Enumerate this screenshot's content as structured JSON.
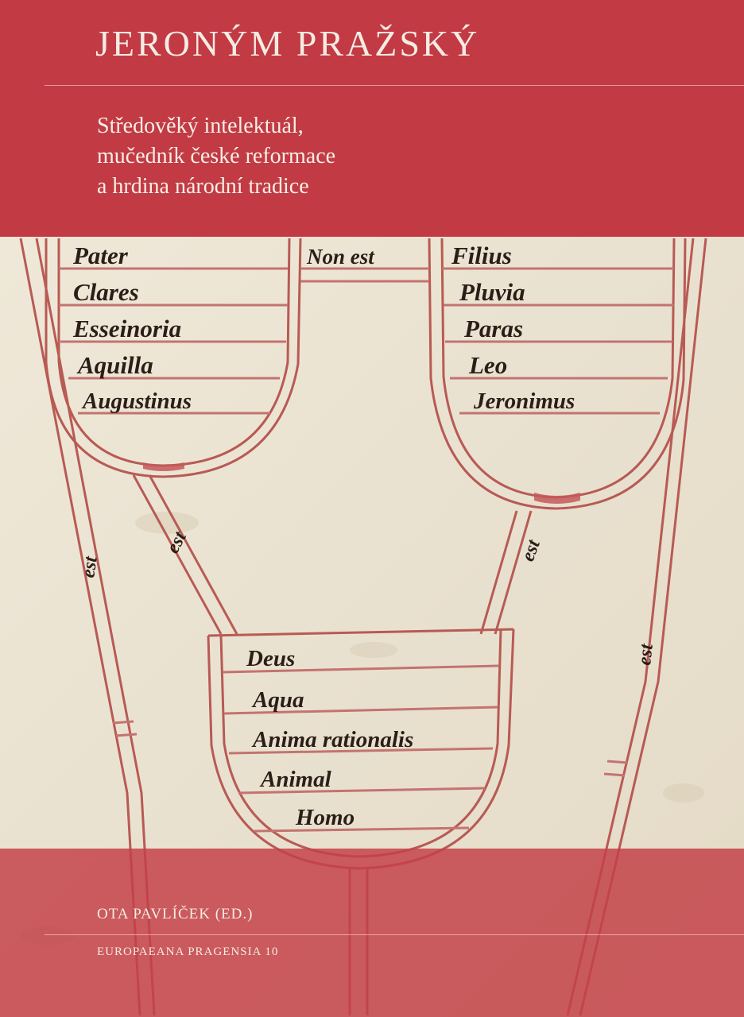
{
  "cover": {
    "title": "JERONÝM PRAŽSKÝ",
    "subtitle_lines": [
      "Středověký intelektuál,",
      "mučedník české reformace",
      "a hrdina národní tradice"
    ],
    "editor": "OTA PAVLÍČEK (ED.)",
    "series": "EUROPAEANA PRAGENSIA 10"
  },
  "manuscript": {
    "left_shield": [
      "Pater",
      "Clares",
      "Esseinoria",
      "Aquilla",
      "Augustinus"
    ],
    "center_label": "Non est",
    "right_shield": [
      "Filius",
      "Pluvia",
      "Paras",
      "Leo",
      "Jeronimus"
    ],
    "bottom_shield": [
      "Deus",
      "Aqua",
      "Anima rationalis",
      "Animal",
      "Homo"
    ],
    "band_labels": [
      "est",
      "est",
      "est",
      "est"
    ]
  },
  "colors": {
    "band": "#c23a44",
    "parchment": "#ede6d6",
    "ink": "#2b1d17",
    "rubric": "#b85a55"
  }
}
